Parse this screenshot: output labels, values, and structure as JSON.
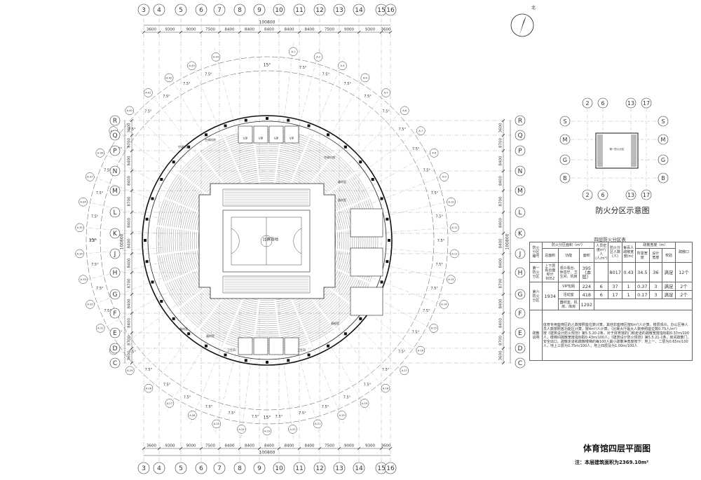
{
  "drawing": {
    "title": "体育馆四层平面图",
    "note": "注：本层建筑面积为2369.10m²",
    "north_label": "北",
    "court_label": "比赛场地",
    "top_total": "100800",
    "bottom_total": "100800",
    "left_total": "100800",
    "right_total": "100800",
    "col_axes": [
      "3",
      "4",
      "5",
      "6",
      "7",
      "8",
      "9",
      "10",
      "11",
      "12",
      "13",
      "14",
      "15",
      "16"
    ],
    "col_spacings": [
      "3600",
      "9300",
      "9000",
      "7500",
      "8400",
      "8400",
      "8400",
      "8400",
      "8400",
      "7500",
      "9000",
      "9300",
      "3600"
    ],
    "row_axes": [
      "R",
      "Q",
      "P",
      "N",
      "M",
      "L",
      "K",
      "J",
      "H",
      "G",
      "F",
      "E",
      "D",
      "C"
    ],
    "row_spacings": [
      "3600",
      "8700",
      "8400",
      "8400",
      "8700",
      "8400",
      "8400",
      "8400",
      "8700",
      "8400",
      "8400",
      "8700",
      "3600"
    ],
    "radial_axes": [
      "A-1",
      "A-2",
      "A-3",
      "A-4",
      "A-5",
      "A-6",
      "A-7",
      "A-8",
      "A-9",
      "A-10",
      "A-11",
      "A-12",
      "A-13",
      "A-14",
      "A-15",
      "A-16",
      "A-17",
      "A-18",
      "A-19",
      "A-20",
      "A-21",
      "A-22",
      "A-23",
      "A-24",
      "A-25",
      "A-26",
      "A-27",
      "A-28",
      "A-29",
      "A-30",
      "A-31",
      "A-32",
      "A-33",
      "A-34",
      "A-35",
      "A-36",
      "A-37",
      "A-38",
      "A-39",
      "A-40",
      "A-41",
      "A-42",
      "A-43",
      "A-44"
    ],
    "angle_label": "7.5°",
    "angle_label_big": "15°",
    "room_labels": [
      "空调机房",
      "空调机房",
      "器材室",
      "器材室",
      "活动室",
      "活动室",
      "活动室",
      "空调机房",
      "器材室",
      "器材室",
      "器材室",
      "卫生间",
      "卫生间",
      "VIP",
      "VIP",
      "VIP",
      "VIP"
    ]
  },
  "fire_zone": {
    "title": "防火分区示意图",
    "col_axes": [
      "2",
      "6",
      "13",
      "17"
    ],
    "row_axes": [
      "S",
      "M",
      "G",
      "B"
    ],
    "zone_label": "第一防火分区"
  },
  "fire_table": {
    "title": "四层防火分区表",
    "headers": {
      "zone_no": "防火分区编号",
      "area_group": "防火分区面积（m²）",
      "total_area": "总面积",
      "function": "功能",
      "area": "面积",
      "density": "人员密度m²/人(人/m²)",
      "people": "防火分区人数(人)",
      "per100": "每百人疏散宽度(m)",
      "width_group": "疏散宽度（m）",
      "required": "所需宽度",
      "design": "设计宽度",
      "verify": "校验",
      "exits": "疏散口"
    },
    "rows": [
      {
        "zone": "第一防火分区",
        "total": "上下层看台面积计9052",
        "func": "观众看台、休息厅、卫生间、机房",
        "area": "395（本层）",
        "density": "",
        "people": "8017",
        "per100": "0.43",
        "required": "34.5",
        "design": "36",
        "verify": "满足",
        "exits": "12个"
      },
      {
        "zone": "第六防火分区",
        "total": "1934",
        "func": "VIP包厢",
        "area": "224",
        "density": "6",
        "people": "37",
        "per100": "1",
        "required": "0.37",
        "design": "3",
        "verify": "满足",
        "exits": "2个"
      },
      {
        "zone": "",
        "total": "",
        "func": "活动室",
        "area": "418",
        "density": "6",
        "people": "17",
        "per100": "1",
        "required": "0.17",
        "design": "3",
        "verify": "满足",
        "exits": "2个"
      },
      {
        "zone": "",
        "total": "",
        "func": "器材室、机房、库房",
        "area": "1292",
        "density": "",
        "people": "",
        "per100": "",
        "required": "",
        "design": "",
        "verify": "",
        "exits": ""
      }
    ],
    "notes_label": "疏散说明",
    "notes": [
      "体育专用座椅区的人数按照座位数计算，其他非座椅区按6m²/人计算。楼层观众、办公区等人员人数按照各功能区计算，按4m²/人计算。（比赛大厅最大人数参照座位数0.75人/m²）",
      "按《建筑设计防火规范》第5.5.20-2条，对于体育馆的门和走道的疏散宽度指标取0.37m/100人，楼梯间疏散宽度指标取0.43m/100人；《建筑设计防火规范》第5.5.21-1条，房间疏散门、安全出口、疏散走道和疏散楼梯的每100人最小疏散净宽度按下：地上一、二层为0.65m/100人，地上三层为0.75m/100人，地上四层及为1.00m/100人"
    ]
  }
}
